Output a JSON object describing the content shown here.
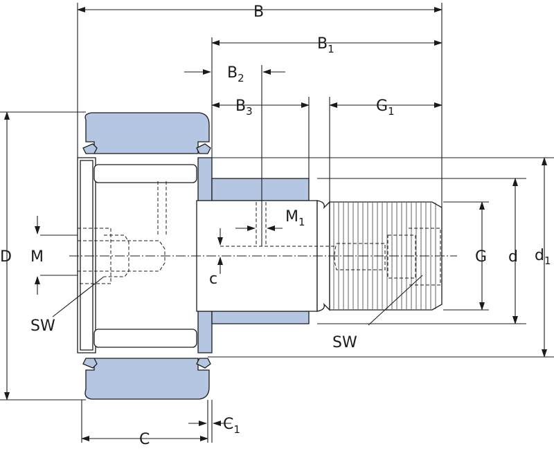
{
  "colors": {
    "fill": "#b4c6e2",
    "line": "#1a1a1a",
    "background": "#ffffff"
  },
  "labels": {
    "B": "B",
    "B1_main": "B",
    "B1_sub": "1",
    "B2_main": "B",
    "B2_sub": "2",
    "B3_main": "B",
    "B3_sub": "3",
    "G1_main": "G",
    "G1_sub": "1",
    "M1_main": "M",
    "M1_sub": "1",
    "C1_main": "C",
    "C1_sub": "1",
    "d1_main": "d",
    "d1_sub": "1",
    "C": "C",
    "D": "D",
    "M": "M",
    "c": "c",
    "G": "G",
    "d": "d",
    "SW_left": "SW",
    "SW_right": "SW"
  }
}
